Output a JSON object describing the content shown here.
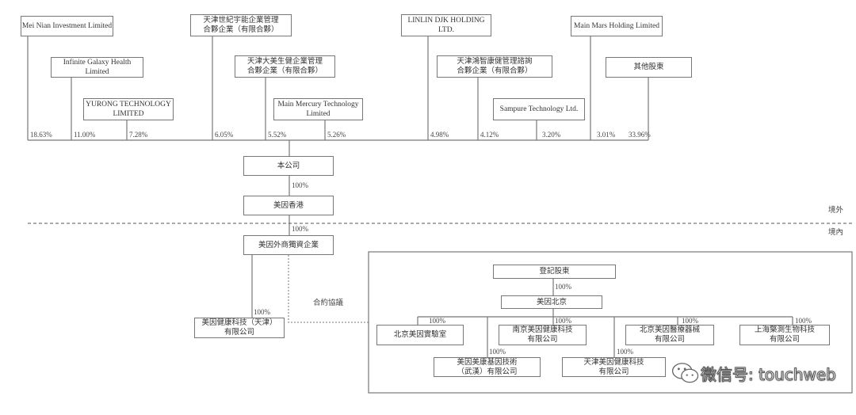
{
  "shareholders": [
    {
      "name": [
        "Mei Nian Investment Limited"
      ],
      "pct": "18.63%"
    },
    {
      "name": [
        "Infinite Galaxy Health Limited"
      ],
      "pct": "11.00%"
    },
    {
      "name": [
        "YURONG TECHNOLOGY",
        "LIMITED"
      ],
      "pct": "7.28%"
    },
    {
      "name": [
        "天津世紀宇能企業管理",
        "合夥企業（有限合夥）"
      ],
      "pct": "6.05%"
    },
    {
      "name": [
        "天津大美生健企業管理",
        "合夥企業（有限合夥）"
      ],
      "pct": "5.52%"
    },
    {
      "name": [
        "Main Mercury Technology",
        "Limited"
      ],
      "pct": "5.26%"
    },
    {
      "name": [
        "LINLIN DJK HOLDING",
        "LTD."
      ],
      "pct": "4.98%"
    },
    {
      "name": [
        "天津鴻智康健管理諮詢",
        "合夥企業（有限合夥）"
      ],
      "pct": "4.12%"
    },
    {
      "name": [
        "Sampure Technology Ltd."
      ],
      "pct": "3.20%"
    },
    {
      "name": [
        "Main Mars Holding Limited"
      ],
      "pct": "3.01%"
    },
    {
      "name": [
        "其他股東"
      ],
      "pct": "33.96%"
    }
  ],
  "company": "本公司",
  "hk": {
    "name": "美因香港",
    "pct": "100%"
  },
  "wfoe": {
    "name": "美因外商獨資企業",
    "pct": "100%"
  },
  "tianjin_sub": {
    "name": [
      "美因健康科技（天津）",
      "有限公司"
    ],
    "pct": "100%"
  },
  "contract_label": "合約協議",
  "region": {
    "offshore": "境外",
    "onshore": "境內"
  },
  "vie": {
    "registered": "登記股東",
    "registered_pct": "100%",
    "beijing": "美因北京",
    "subs": [
      {
        "name": [
          "北京美因實驗室"
        ],
        "pct": "100%"
      },
      {
        "name": [
          "南京美因健康科技",
          "有限公司"
        ],
        "pct": "100%"
      },
      {
        "name": [
          "北京美因醫療器械",
          "有限公司"
        ],
        "pct": "100%"
      },
      {
        "name": [
          "上海檠測生物科技",
          "有限公司"
        ],
        "pct": "100%"
      },
      {
        "name": [
          "美因美康基因技術",
          "（武漢）有限公司"
        ],
        "pct": "100%"
      },
      {
        "name": [
          "天津美因健康科技",
          "有限公司"
        ],
        "pct": "100%"
      }
    ]
  },
  "watermark": "微信号: touchweb"
}
